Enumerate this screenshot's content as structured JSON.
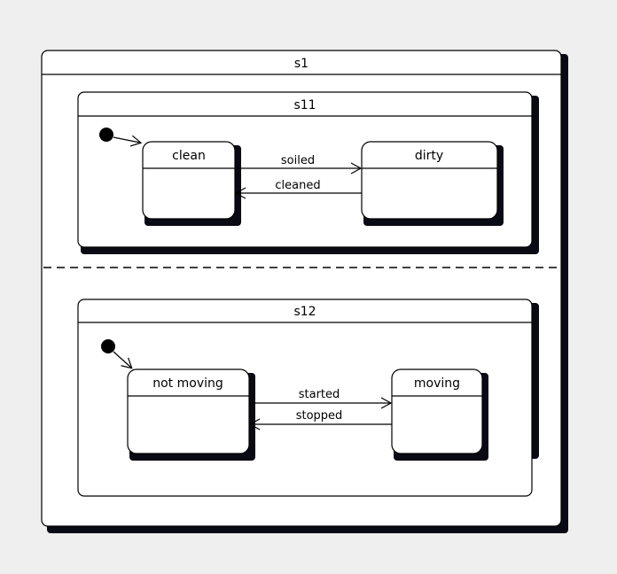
{
  "diagram": {
    "kind": "uml-state-machine",
    "background_color": "#efefef",
    "line_color": "#000000",
    "fill_color": "#ffffff",
    "shadow_color": "#0a0a14",
    "outer_state": {
      "name": "s1",
      "regions": [
        {
          "name": "s11",
          "initial": {
            "label": ""
          },
          "states": [
            {
              "name": "clean"
            },
            {
              "name": "dirty"
            }
          ],
          "transitions": [
            {
              "label": "soiled",
              "from": "clean",
              "to": "dirty",
              "direction": "right"
            },
            {
              "label": "cleaned",
              "from": "dirty",
              "to": "clean",
              "direction": "left"
            }
          ]
        },
        {
          "name": "s12",
          "initial": {
            "label": ""
          },
          "states": [
            {
              "name": "not moving"
            },
            {
              "name": "moving"
            }
          ],
          "transitions": [
            {
              "label": "started",
              "from": "not moving",
              "to": "moving",
              "direction": "right"
            },
            {
              "label": "stopped",
              "from": "moving",
              "to": "not moving",
              "direction": "left"
            }
          ]
        }
      ]
    }
  }
}
